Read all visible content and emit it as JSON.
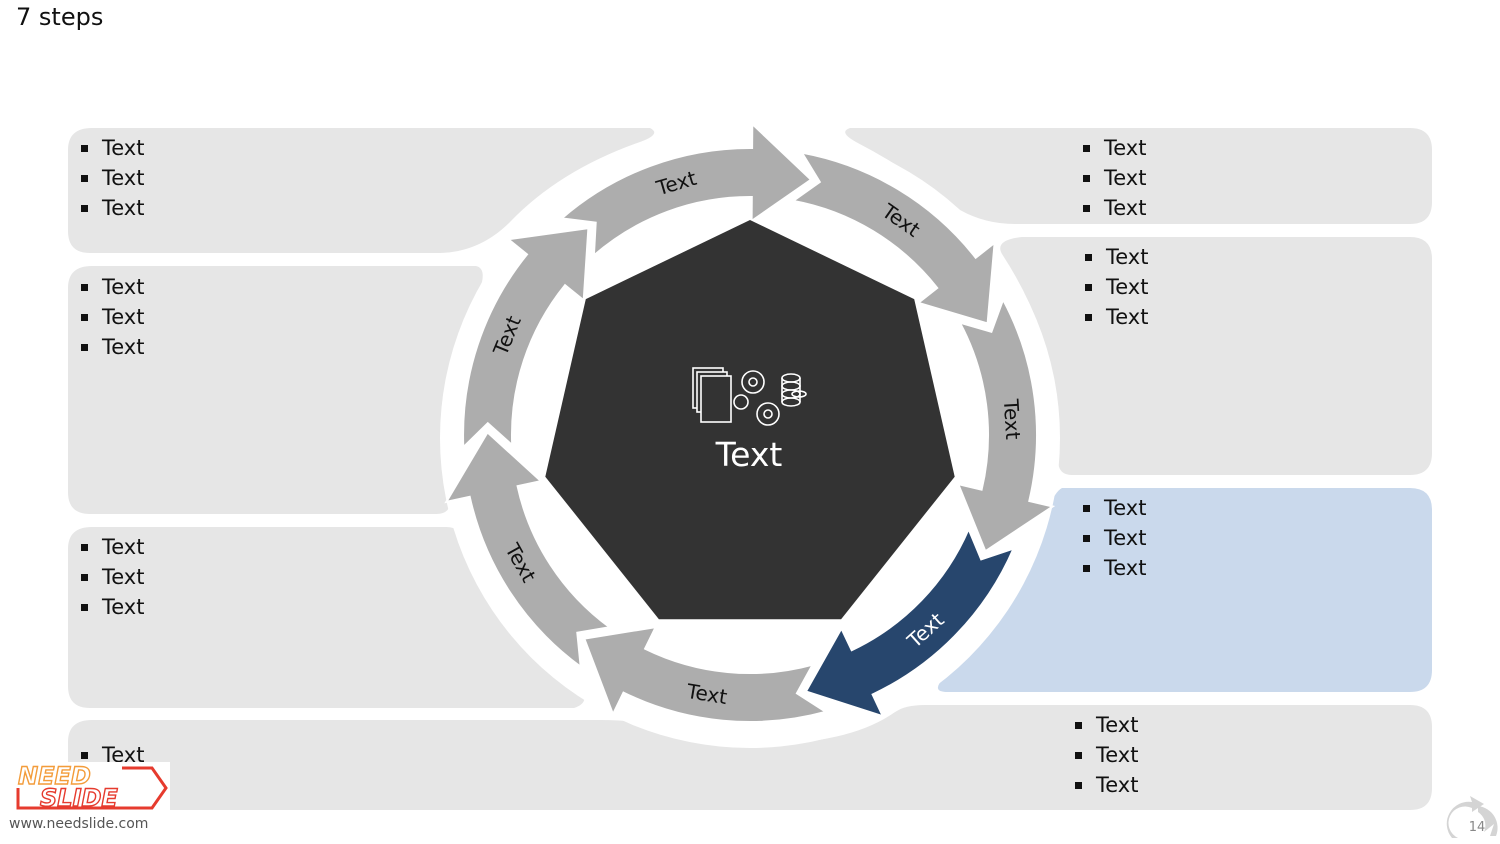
{
  "slide": {
    "title": "7 steps",
    "page_number": "14",
    "footer_url": "www.needslide.com",
    "logo_top": "NEED",
    "logo_bottom": "SLIDE"
  },
  "center": {
    "label": "Text",
    "icon": "documents-gears-coins-icon",
    "color": "#333333"
  },
  "colors": {
    "panel": "#e6e6e6",
    "panel_highlight": "#cad9ec",
    "arrow": "#adadad",
    "arrow_highlight": "#27466d",
    "logo_red": "#e63b2e",
    "logo_orange": "#f39c3a"
  },
  "steps": [
    {
      "label": "Text",
      "highlight": false
    },
    {
      "label": "Text",
      "highlight": false
    },
    {
      "label": "Text",
      "highlight": false
    },
    {
      "label": "Text",
      "highlight": true
    },
    {
      "label": "Text",
      "highlight": false
    },
    {
      "label": "Text",
      "highlight": false
    },
    {
      "label": "Text",
      "highlight": false
    }
  ],
  "panels": {
    "right_top": [
      "Text",
      "Text",
      "Text"
    ],
    "right_upper": [
      "Text",
      "Text",
      "Text"
    ],
    "right_lower": [
      "Text",
      "Text",
      "Text"
    ],
    "bottom_right": [
      "Text",
      "Text",
      "Text"
    ],
    "bottom_left": [
      "Text"
    ],
    "left_lower": [
      "Text",
      "Text",
      "Text"
    ],
    "left_upper": [
      "Text",
      "Text",
      "Text"
    ],
    "left_top": [
      "Text",
      "Text",
      "Text"
    ]
  }
}
